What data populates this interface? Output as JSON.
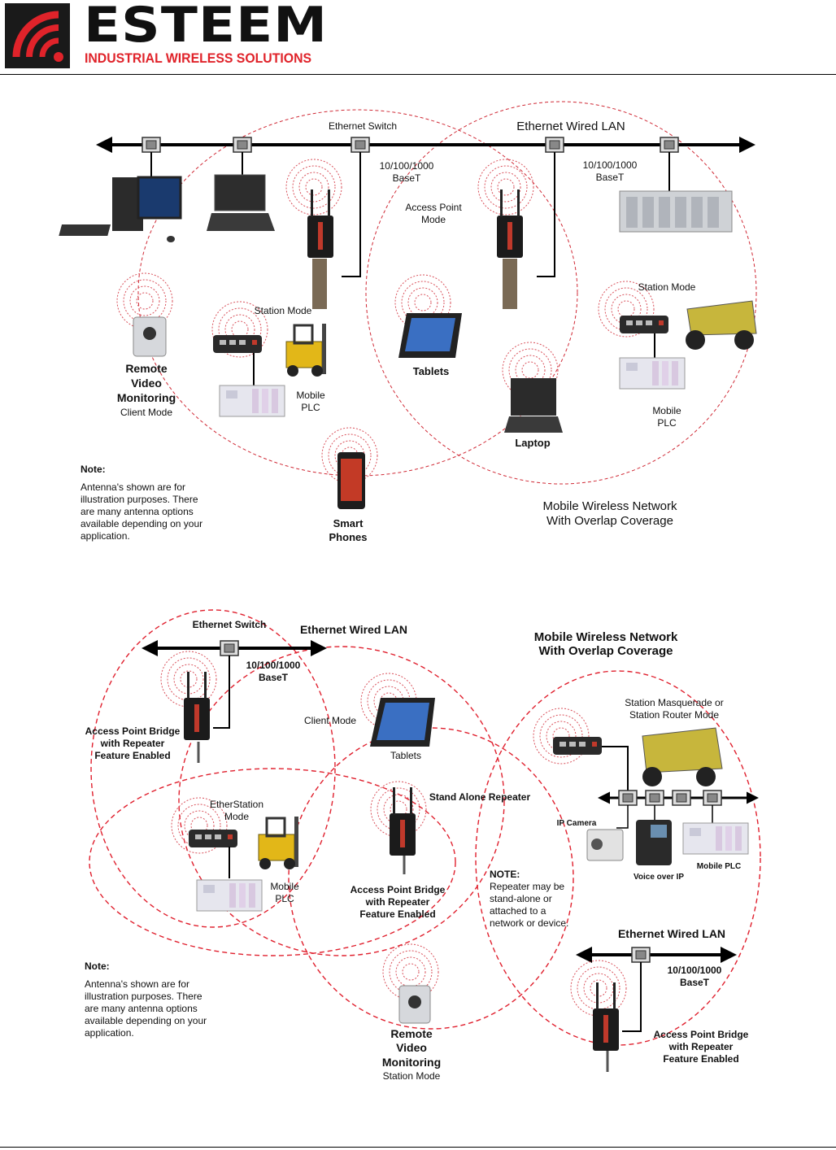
{
  "header": {
    "brand": "ESTEEM",
    "tagline": "INDUSTRIAL WIRELESS SOLUTIONS",
    "brand_color": "#e0232a"
  },
  "diagram1": {
    "ethernet_switch": "Ethernet Switch",
    "ethernet_wired_lan": "Ethernet Wired LAN",
    "speed_left_1": "10/100/1000",
    "speed_left_2": "BaseT",
    "speed_right_1": "10/100/1000",
    "speed_right_2": "BaseT",
    "access_point_1": "Access Point",
    "access_point_2": "Mode",
    "station_mode_left": "Station Mode",
    "station_mode_right": "Station Mode",
    "remote_1": "Remote",
    "remote_2": "Video",
    "remote_3": "Monitoring",
    "remote_4": "Client Mode",
    "mobile_plc_left_1": "Mobile",
    "mobile_plc_left_2": "PLC",
    "mobile_plc_right_1": "Mobile",
    "mobile_plc_right_2": "PLC",
    "tablets": "Tablets",
    "laptop": "Laptop",
    "smart_1": "Smart",
    "smart_2": "Phones",
    "note_title": "Note:",
    "note_1": "Antenna's shown are for",
    "note_2": "illustration purposes.  There",
    "note_3": "are many antenna options",
    "note_4": "available depending on your",
    "note_5": "application.",
    "overlap_1": "Mobile Wireless Network",
    "overlap_2": "With Overlap Coverage"
  },
  "diagram2": {
    "ethernet_switch": "Ethernet Switch",
    "ethernet_wired_lan_top": "Ethernet Wired LAN",
    "speed_top_1": "10/100/1000",
    "speed_top_2": "BaseT",
    "apb_left_1": "Access Point Bridge",
    "apb_left_2": "with Repeater",
    "apb_left_3": "Feature Enabled",
    "client_mode": "Client Mode",
    "tablets": "Tablets",
    "overlap_1": "Mobile Wireless Network",
    "overlap_2": "With Overlap Coverage",
    "masq_1": "Station Masquerade or",
    "masq_2": "Station Router Mode",
    "stand_alone": "Stand Alone Repeater",
    "etherstation_1": "EtherStation",
    "etherstation_2": "Mode",
    "mobile_plc_1": "Mobile",
    "mobile_plc_2": "PLC",
    "ip_camera": "IP Camera",
    "voice_over_ip": "Voice over IP",
    "mobile_plc_small": "Mobile PLC",
    "apb_mid_1": "Access Point Bridge",
    "apb_mid_2": "with Repeater",
    "apb_mid_3": "Feature Enabled",
    "note_caps_title": "NOTE:",
    "note_caps_1": "Repeater may be",
    "note_caps_2": "stand-alone or",
    "note_caps_3": "attached to a",
    "note_caps_4": "network or device.",
    "ethernet_wired_lan_bottom": "Ethernet Wired LAN",
    "speed_bottom_1": "10/100/1000",
    "speed_bottom_2": "BaseT",
    "apb_right_1": "Access Point Bridge",
    "apb_right_2": "with Repeater",
    "apb_right_3": "Feature Enabled",
    "note_title": "Note:",
    "note_1": "Antenna's shown are for",
    "note_2": "illustration purposes.  There",
    "note_3": "are many antenna options",
    "note_4": "available depending on your",
    "note_5": "application.",
    "remote_1": "Remote",
    "remote_2": "Video",
    "remote_3": "Monitoring",
    "remote_4": "Station Mode"
  }
}
